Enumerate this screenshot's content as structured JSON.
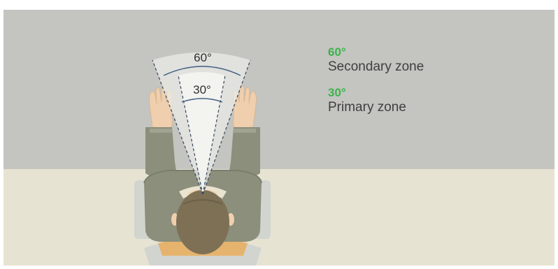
{
  "diagram": {
    "zones": [
      {
        "id": "secondary",
        "angle_label": "60°",
        "name": "Secondary zone"
      },
      {
        "id": "primary",
        "angle_label": "30°",
        "name": "Primary zone"
      }
    ],
    "colors": {
      "wall": "#c4c4c0",
      "desk": "#e6e3d2",
      "accent_green": "#3bb44a",
      "arc_blue": "#3f5f82",
      "jacket": "#8b8f7b",
      "hair": "#7d7055",
      "skin": "#efcfad"
    }
  }
}
